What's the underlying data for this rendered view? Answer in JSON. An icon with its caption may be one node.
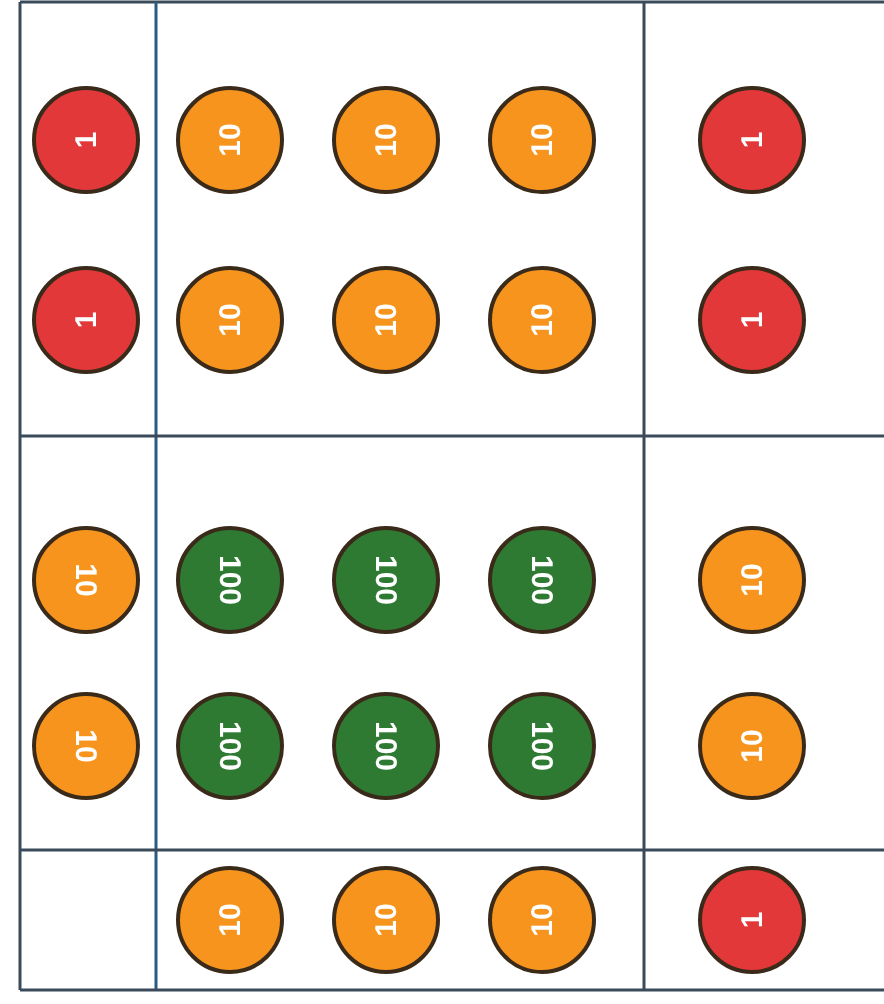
{
  "diagram": {
    "nodes": [
      {
        "text": [
          "1"
        ]
      },
      {
        "text": [
          "10"
        ]
      },
      {
        "text": [
          "10"
        ]
      },
      {
        "text": [
          "10"
        ]
      },
      {
        "text": [
          "1"
        ]
      },
      {
        "text": [
          "1"
        ]
      },
      {
        "text": [
          "10"
        ]
      },
      {
        "text": [
          "10"
        ]
      },
      {
        "text": [
          "10"
        ]
      },
      {
        "text": [
          "1"
        ]
      },
      {
        "text": [
          "10"
        ]
      },
      {
        "text": [
          "100"
        ]
      },
      {
        "text": [
          "100"
        ]
      },
      {
        "text": [
          "100"
        ]
      },
      {
        "text": [
          "10"
        ]
      },
      {
        "text": [
          "10"
        ]
      },
      {
        "text": [
          "100"
        ]
      },
      {
        "text": [
          "100"
        ]
      },
      {
        "text": [
          "100"
        ]
      },
      {
        "text": [
          "10"
        ]
      },
      {
        "text": [
          "10"
        ]
      },
      {
        "text": [
          "10"
        ]
      },
      {
        "text": [
          "10"
        ]
      },
      {
        "text": [
          "1"
        ]
      }
    ]
  }
}
